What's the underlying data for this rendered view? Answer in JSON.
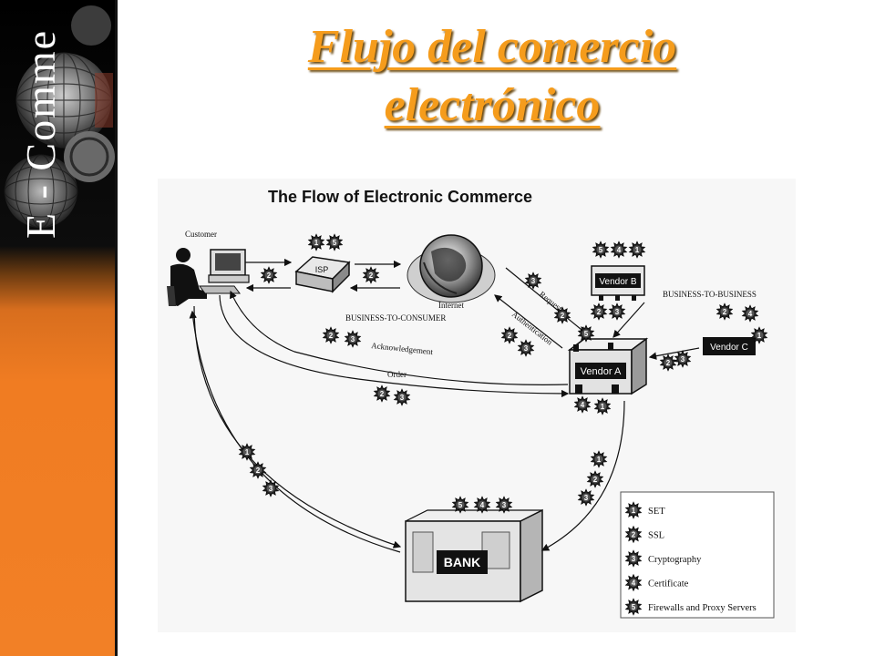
{
  "sidebar": {
    "text": "E - Comme"
  },
  "slide": {
    "title_line1": "Flujo del comercio",
    "title_line2": "electrónico"
  },
  "diagram": {
    "heading": "The Flow of Electronic Commerce",
    "customer": "Customer",
    "isp": "ISP",
    "internet": "Internet",
    "vendor_a": "Vendor A",
    "vendor_b": "Vendor B",
    "vendor_c": "Vendor C",
    "b2b": "BUSINESS-TO-BUSINESS",
    "b2c": "BUSINESS-TO-CONSUMER",
    "acknowledgement": "Acknowledgement",
    "order": "Order",
    "request": "Request",
    "authentication": "Authentication",
    "bank": "BANK"
  },
  "legend": {
    "items": [
      {
        "num": "1",
        "label": "SET"
      },
      {
        "num": "2",
        "label": "SSL"
      },
      {
        "num": "3",
        "label": "Cryptography"
      },
      {
        "num": "4",
        "label": "Certificate"
      },
      {
        "num": "5",
        "label": "Firewalls and Proxy Servers"
      }
    ]
  },
  "seals": [
    {
      "id": "customer-isp",
      "nums": [
        "2"
      ]
    },
    {
      "id": "isp-top",
      "nums": [
        "1",
        "5"
      ]
    },
    {
      "id": "isp-internet",
      "nums": [
        "2"
      ]
    },
    {
      "id": "vendor-b-top",
      "nums": [
        "5",
        "4",
        "1"
      ]
    },
    {
      "id": "request",
      "nums": [
        "3"
      ]
    },
    {
      "id": "request-vendor-a",
      "nums": [
        "2"
      ]
    },
    {
      "id": "vendor-b-below",
      "nums": [
        "2",
        "3"
      ]
    },
    {
      "id": "authentication",
      "nums": [
        "2",
        "3"
      ]
    },
    {
      "id": "vendor-a-top",
      "nums": [
        "5"
      ]
    },
    {
      "id": "vendor-c",
      "nums": [
        "2",
        "4",
        "1"
      ]
    },
    {
      "id": "vendor-a-right",
      "nums": [
        "2",
        "3"
      ]
    },
    {
      "id": "b2c",
      "nums": [
        "2",
        "3"
      ]
    },
    {
      "id": "order",
      "nums": [
        "2",
        "3"
      ]
    },
    {
      "id": "vendor-a-bottom",
      "nums": [
        "4",
        "1"
      ]
    },
    {
      "id": "customer-bank",
      "nums": [
        "1",
        "2",
        "3"
      ]
    },
    {
      "id": "vendor-bank",
      "nums": [
        "1",
        "2",
        "3"
      ]
    },
    {
      "id": "bank-top",
      "nums": [
        "5",
        "4",
        "3"
      ]
    }
  ]
}
